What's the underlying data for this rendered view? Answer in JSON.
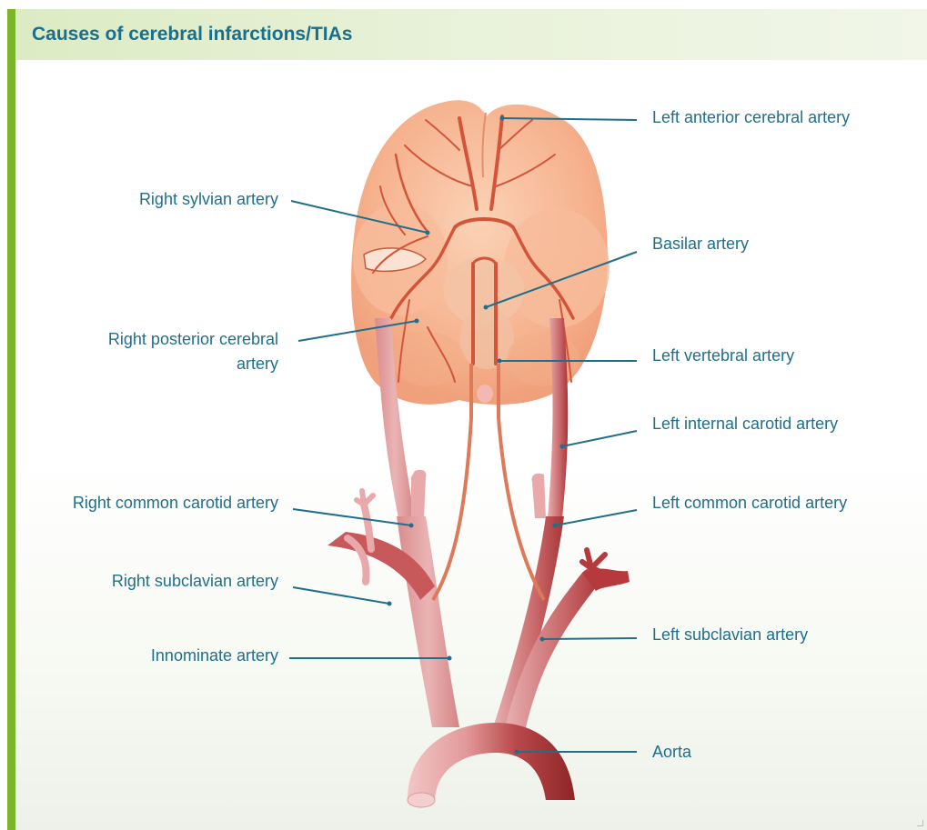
{
  "title": "Causes of cerebral infarctions/TIAs",
  "colors": {
    "accent": "#7ab52c",
    "title_text": "#1a6f8c",
    "label_text": "#1f6f8b",
    "leader_line": "#1f6f8b",
    "brain": "#f5ac85",
    "artery_dark": "#b0393a",
    "artery_light": "#e5a2a3"
  },
  "labels": {
    "left_anterior_cerebral": "Left anterior cerebral artery",
    "right_sylvian": "Right sylvian artery",
    "basilar": "Basilar artery",
    "right_posterior_cerebral_line1": "Right posterior cerebral",
    "right_posterior_cerebral_line2": "artery",
    "left_vertebral": "Left vertebral artery",
    "left_internal_carotid": "Left internal carotid artery",
    "right_common_carotid": "Right common carotid artery",
    "left_common_carotid": "Left common carotid artery",
    "right_subclavian": "Right subclavian artery",
    "left_subclavian": "Left subclavian artery",
    "innominate": "Innominate artery",
    "aorta": "Aorta"
  }
}
